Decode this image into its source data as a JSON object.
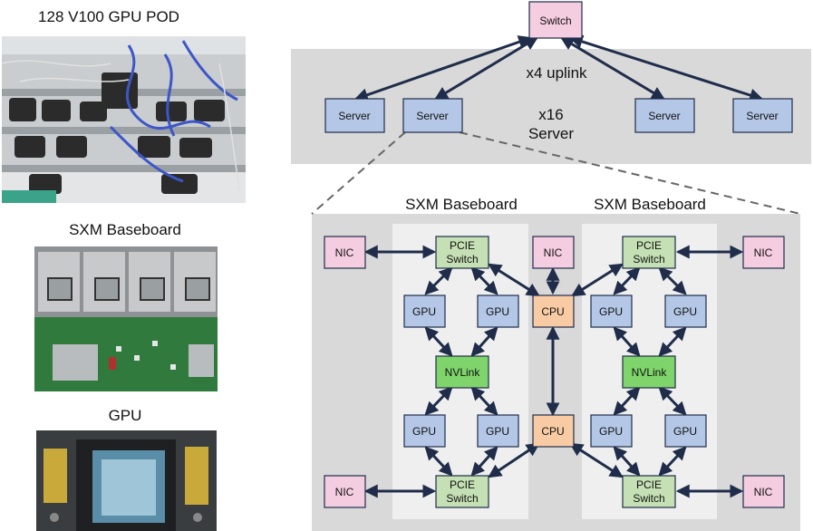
{
  "photos": {
    "pod_title": "128 V100 GPU POD",
    "baseboard_title": "SXM Baseboard",
    "gpu_title": "GPU"
  },
  "cluster": {
    "switch_label": "Switch",
    "uplink_label": "x4 uplink",
    "server_label": "Server",
    "server_count_line1": "x16",
    "server_count_line2": "Server"
  },
  "server_detail": {
    "baseboard_left_title": "SXM Baseboard",
    "baseboard_right_title": "SXM Baseboard",
    "nic_label": "NIC",
    "pcie_switch_line1": "PCIE",
    "pcie_switch_line2": "Switch",
    "gpu_label": "GPU",
    "nvlink_label": "NVLink",
    "cpu_label": "CPU"
  },
  "colors": {
    "switch_fill": "#f5cde0",
    "server_fill": "#b4c7e7",
    "nic_fill": "#f5cde0",
    "pcie_fill": "#c5e0b4",
    "gpu_fill": "#b4c7e7",
    "nvlink_fill": "#7fd46b",
    "cpu_fill": "#f8cba4",
    "panel_gray": "#d9d9d9",
    "baseboard_panel": "#efefef",
    "arrow": "#1f2d4a"
  }
}
